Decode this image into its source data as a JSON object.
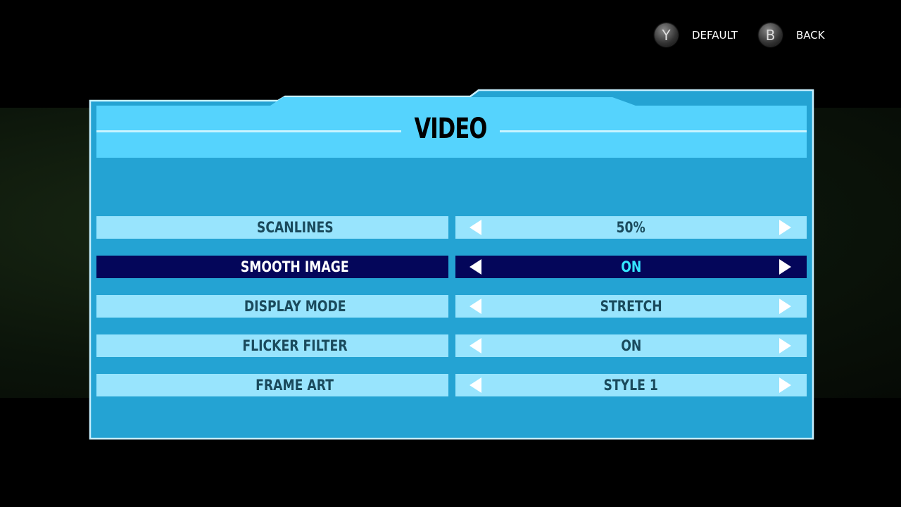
{
  "hints": [
    {
      "button": "Y",
      "label": "DEFAULT"
    },
    {
      "button": "B",
      "label": "BACK"
    }
  ],
  "title": "VIDEO",
  "options": [
    {
      "label": "SCANLINES",
      "value": "50%"
    },
    {
      "label": "SMOOTH IMAGE",
      "value": "ON",
      "selected": true
    },
    {
      "label": "DISPLAY MODE",
      "value": "STRETCH"
    },
    {
      "label": "FLICKER FILTER",
      "value": "ON"
    },
    {
      "label": "FRAME ART",
      "value": "STYLE 1"
    }
  ],
  "colors": {
    "panel": "#24a3d3",
    "header": "#55d3fd",
    "row": "#98e4fd",
    "selected": "#04065a",
    "selected_value": "#35e6ff"
  }
}
